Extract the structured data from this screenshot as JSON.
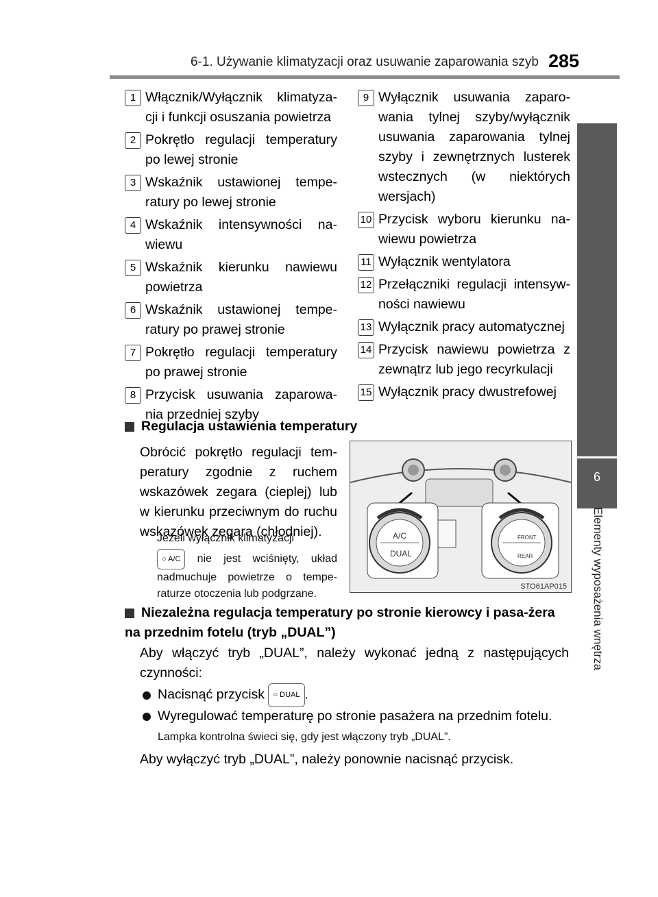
{
  "header": {
    "section_title": "6-1. Używanie klimatyzacji oraz usuwanie zaparowania szyb",
    "page_number": "285"
  },
  "side_tab": {
    "chapter_number": "6",
    "chapter_label": "Elementy wyposażenia wnętrza"
  },
  "legend_left": [
    {
      "num": "1",
      "text": "Włącznik/Wyłącznik klimatyza-cji i funkcji osuszania powietrza"
    },
    {
      "num": "2",
      "text": "Pokrętło regulacji temperatury po lewej stronie"
    },
    {
      "num": "3",
      "text": "Wskaźnik ustawionej tempe-ratury po lewej stronie"
    },
    {
      "num": "4",
      "text": "Wskaźnik intensywności na-wiewu"
    },
    {
      "num": "5",
      "text": "Wskaźnik kierunku nawiewu powietrza"
    },
    {
      "num": "6",
      "text": "Wskaźnik ustawionej tempe-ratury po prawej stronie"
    },
    {
      "num": "7",
      "text": "Pokrętło regulacji temperatury po prawej stronie"
    },
    {
      "num": "8",
      "text": "Przycisk usuwania zaparowa-nia przedniej szyby"
    }
  ],
  "legend_right": [
    {
      "num": "9",
      "text": "Wyłącznik usuwania zaparo-wania tylnej szyby/wyłącznik usuwania zaparowania tylnej szyby i zewnętrznych lusterek wstecznych (w niektórych wersjach)"
    },
    {
      "num": "10",
      "text": "Przycisk wyboru kierunku na-wiewu powietrza"
    },
    {
      "num": "11",
      "text": "Wyłącznik wentylatora"
    },
    {
      "num": "12",
      "text": "Przełączniki regulacji intensyw-ności nawiewu"
    },
    {
      "num": "13",
      "text": "Wyłącznik pracy automatycznej"
    },
    {
      "num": "14",
      "text": "Przycisk nawiewu powietrza z zewnątrz lub jego recyrkulacji"
    },
    {
      "num": "15",
      "text": "Wyłącznik pracy dwustrefowej"
    }
  ],
  "section1": {
    "heading": "Regulacja ustawienia temperatury",
    "body": "Obrócić pokrętło regulacji tem-peratury zgodnie z ruchem wskazówek zegara (cieplej) lub w kierunku przeciwnym do ruchu wskazówek zegara (chłodniej).",
    "note_part1": "Jeżeli wyłącznik klimatyzacji",
    "note_button": "A/C",
    "note_part2": "nie jest wciśnięty, układ nadmuchuje powietrze o tempe-raturze otoczenia lub podgrzane."
  },
  "figure": {
    "left_knob_labels": [
      "A/C",
      "DUAL"
    ],
    "right_knob_labels": [
      "FRONT",
      "REAR"
    ],
    "code": "STO61AP015"
  },
  "section2": {
    "heading": "Niezależna regulacja temperatury po stronie kierowcy i pasa-żera na przednim fotelu (tryb „DUAL”)",
    "intro": "Aby włączyć tryb „DUAL”, należy wykonać jedną z następujących czynności:",
    "bullet1_text": "Nacisnąć przycisk",
    "bullet1_button": "DUAL",
    "bullet1_end": ".",
    "bullet2": "Wyregulować temperaturę po stronie pasażera na przednim fotelu.",
    "note": "Lampka kontrolna świeci się, gdy jest włączony tryb „DUAL”.",
    "outro": "Aby wyłączyć tryb „DUAL”, należy ponownie nacisnąć przycisk."
  }
}
